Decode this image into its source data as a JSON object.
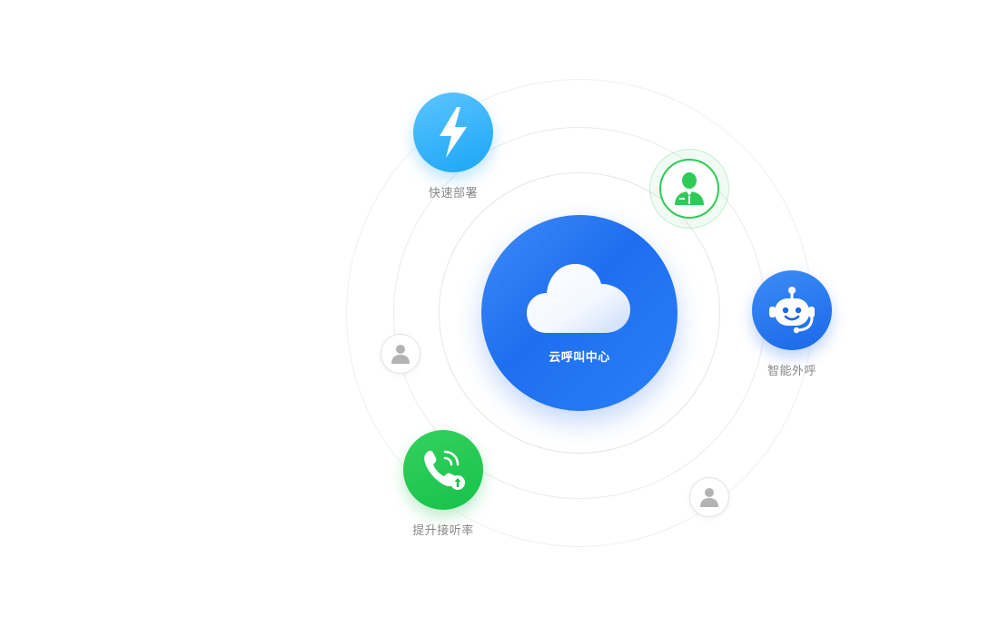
{
  "hub": {
    "label": "云呼叫中心",
    "icon": "cloud-icon"
  },
  "features": [
    {
      "label": "快速部署",
      "icon": "lightning-icon",
      "color": "#1aa6f5"
    },
    {
      "label": "智能外呼",
      "icon": "robot-headset-icon",
      "color": "#1a68e8"
    },
    {
      "label": "提升接听率",
      "icon": "phone-upload-icon",
      "color": "#17c24a"
    }
  ],
  "agent": {
    "icon": "agent-person-icon",
    "color": "#2ecb58"
  },
  "users": [
    {
      "icon": "user-icon",
      "color": "#b3b3b3"
    },
    {
      "icon": "user-icon",
      "color": "#b3b3b3"
    }
  ],
  "colors": {
    "hub": "#1e6ff0",
    "orbit": "#ececec",
    "label": "#888888"
  }
}
